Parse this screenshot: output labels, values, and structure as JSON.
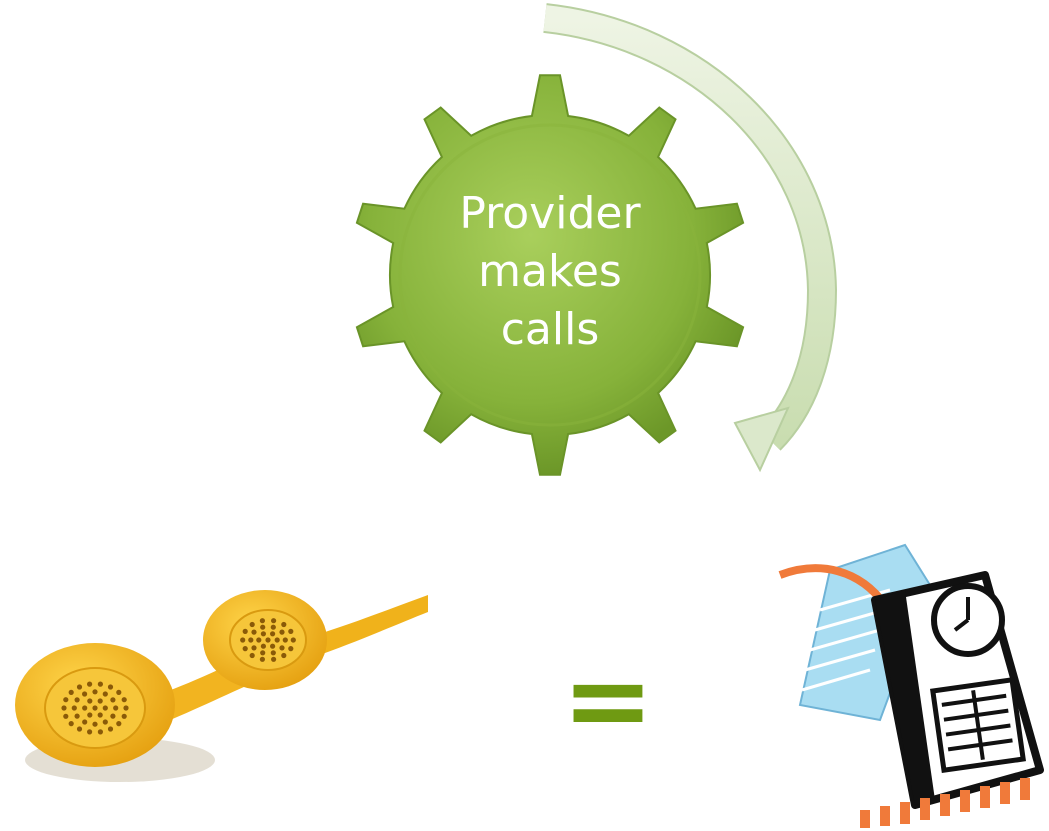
{
  "gear": {
    "lines": [
      "Provider",
      "makes",
      "calls"
    ],
    "fill": "#8ab43c"
  },
  "equals": {
    "symbol": "=",
    "color": "#6f9a12"
  },
  "cycle_arrow": {
    "color": "#d6e5c3"
  },
  "phone_icon": "telephone-handset-icon",
  "timeclock_icon": "time-clock-icon"
}
